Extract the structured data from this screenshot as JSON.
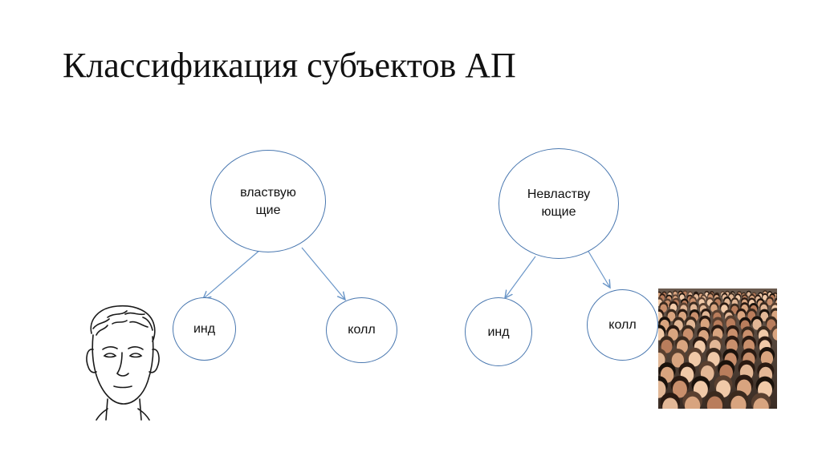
{
  "title": "Классификация субъектов АП",
  "diagram": {
    "root_left": {
      "line1": "властвую",
      "line2": "щие"
    },
    "root_right": {
      "line1": "Невластву",
      "line2": "ющие"
    },
    "left_ind": "инд",
    "left_koll": "колл",
    "right_ind": "инд",
    "right_koll": "колл"
  },
  "colors": {
    "node_stroke": "#4a78b0",
    "arrow": "#6a96c8"
  },
  "images": {
    "left": "face-drawing",
    "right": "crowd-photo"
  }
}
